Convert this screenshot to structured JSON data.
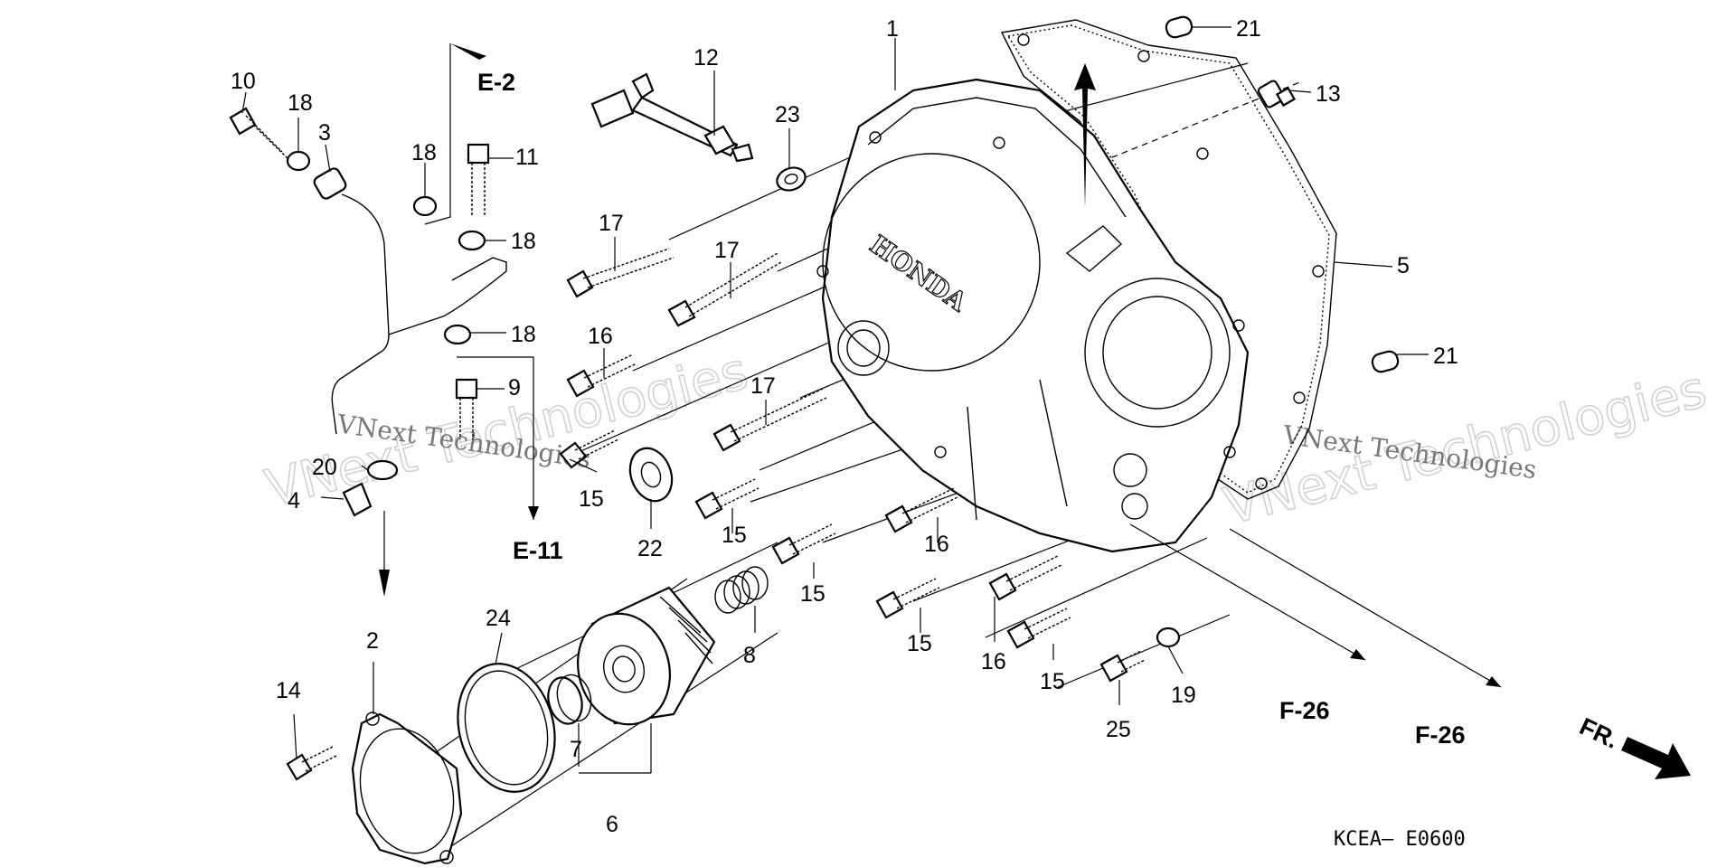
{
  "diagram": {
    "callouts": {
      "c1": "1",
      "c2": "2",
      "c3": "3",
      "c4": "4",
      "c5": "5",
      "c6": "6",
      "c7": "7",
      "c8": "8",
      "c9": "9",
      "c10": "10",
      "c11": "11",
      "c12": "12",
      "c13": "13",
      "c14": "14",
      "c15a": "15",
      "c15b": "15",
      "c15c": "15",
      "c15d": "15",
      "c15e": "15",
      "c16a": "16",
      "c16b": "16",
      "c16c": "16",
      "c17a": "17",
      "c17b": "17",
      "c17c": "17",
      "c18a": "18",
      "c18b": "18",
      "c18c": "18",
      "c18d": "18",
      "c19": "19",
      "c20": "20",
      "c21a": "21",
      "c21b": "21",
      "c22": "22",
      "c23": "23",
      "c24": "24",
      "c25": "25"
    },
    "references": {
      "e2": "E-2",
      "e11": "E-11",
      "f26a": "F-26",
      "f26b": "F-26"
    },
    "front_marker": "FR.",
    "diagram_code": "KCEA— E0600",
    "cover_logo": "HONDA",
    "watermark": {
      "left_line1": "VNext Technologies",
      "left_line2": "VNext Technologies",
      "right_line1": "VNext Technologies",
      "right_line2": "VNext Technologies"
    }
  }
}
